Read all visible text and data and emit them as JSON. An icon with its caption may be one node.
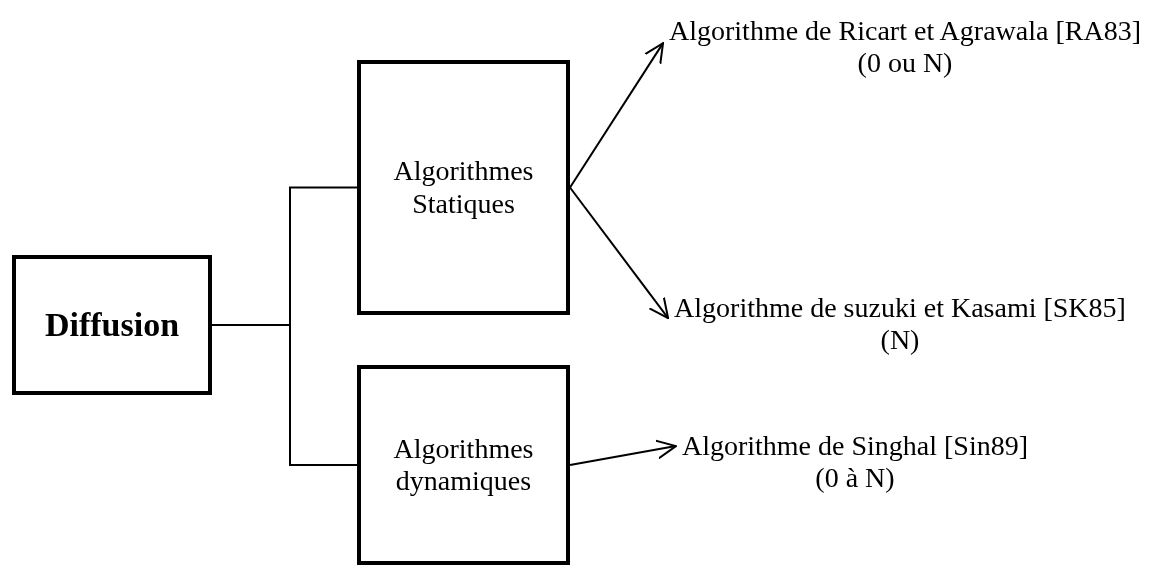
{
  "diagram": {
    "nodes": [
      {
        "text": [
          "Diffusion"
        ]
      },
      {
        "text": [
          "Algorithmes Statiques"
        ]
      },
      {
        "text": [
          "Algorithmes dynamiques"
        ]
      },
      {
        "text": [
          "Algorithme de Ricart et Agrawala [RA83]",
          "(0 ou N)"
        ]
      },
      {
        "text": [
          "Algorithme de suzuki et Kasami [SK85]",
          "(N)"
        ]
      },
      {
        "text": [
          "Algorithme de Singhal [Sin89]",
          "(0 à N)"
        ]
      }
    ],
    "edges": [
      {
        "from": 0,
        "to": 1,
        "arrow": "none"
      },
      {
        "from": 0,
        "to": 2,
        "arrow": "none"
      },
      {
        "from": 1,
        "to": 3,
        "arrow": "to"
      },
      {
        "from": 1,
        "to": 4,
        "arrow": "to"
      },
      {
        "from": 2,
        "to": 5,
        "arrow": "to"
      }
    ]
  }
}
